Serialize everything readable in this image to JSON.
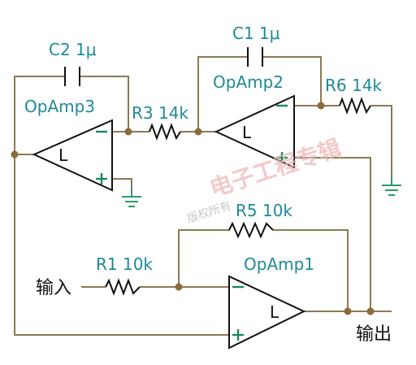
{
  "labels": {
    "c2": "C2 1μ",
    "c1": "C1 1μ",
    "opamp3": "OpAmp3",
    "opamp2": "OpAmp2",
    "r3": "R3 14k",
    "r6": "R6 14k",
    "r5": "R5 10k",
    "r1": "R1 10k",
    "opamp1": "OpAmp1",
    "input": "输入",
    "output": "输出",
    "amp_letter": "L"
  },
  "watermark": {
    "main": "电子工程专辑",
    "sub": "版权所有"
  },
  "colors": {
    "wire": "#8b7a55",
    "label": "#1e8a96",
    "ground": "#2a9a6a",
    "watermark": "#f0b8b8"
  }
}
